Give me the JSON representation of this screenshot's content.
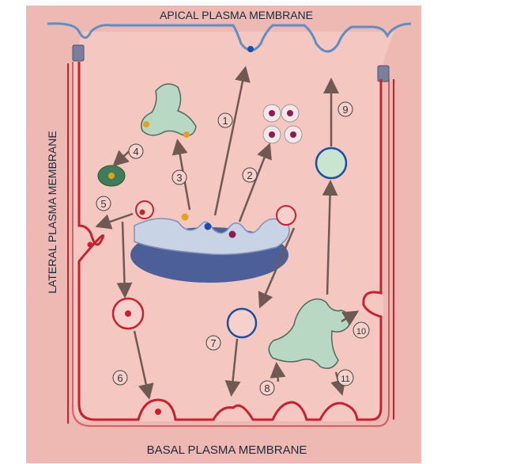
{
  "labels": {
    "apical": "APICAL PLASMA MEMBRANE",
    "basal": "BASAL PLASMA MEMBRANE",
    "lateral": "LATERAL PLASMA MEMBRANE"
  },
  "steps": [
    "1",
    "2",
    "3",
    "4",
    "5",
    "6",
    "7",
    "8",
    "9",
    "10",
    "11"
  ],
  "colors": {
    "apical_membrane": "#5e8fc4",
    "basolateral_membrane": "#c8202c",
    "cell_fill": "#f4c7c0",
    "golgi_light": "#c8d3e6",
    "golgi_dark": "#4d5f98",
    "endosome": "#b8d8c4",
    "lysosome": "#3f7d58",
    "arrow": "#6e5a52"
  }
}
